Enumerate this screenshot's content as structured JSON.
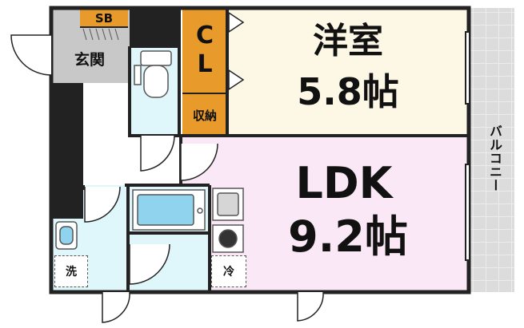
{
  "rooms": {
    "western_room": {
      "name": "洋室",
      "size": "5.8帖"
    },
    "ldk": {
      "name": "LDK",
      "size": "9.2帖"
    },
    "closet": {
      "line1": "C",
      "line2": "L"
    },
    "storage": "収納",
    "shoe_box": "SB",
    "entrance": "玄関",
    "washer": "洗",
    "fridge": "冷",
    "balcony": "バルコニー"
  },
  "colors": {
    "wall": "#222222",
    "western_room": "#fdf8e6",
    "ldk": "#fbe8f6",
    "wet_area": "#dff6fb",
    "closet": "#e89a2a",
    "entrance": "#c8c8c8",
    "balcony": "#d8d8d8"
  }
}
